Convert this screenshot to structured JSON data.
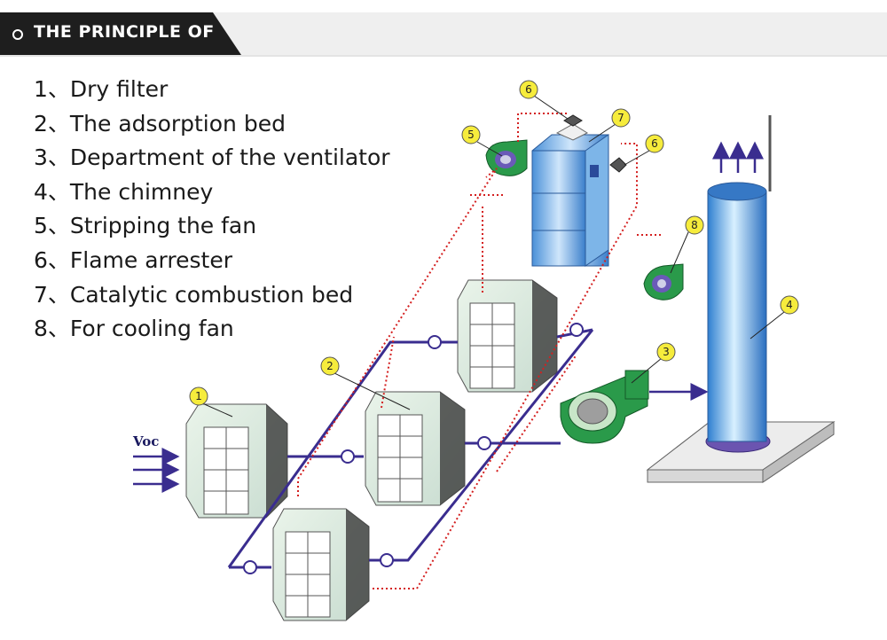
{
  "header": {
    "title": "THE PRINCIPLE OF"
  },
  "legend": [
    {
      "num": "1、",
      "label": "Dry filter"
    },
    {
      "num": "2、",
      "label": "The adsorption bed"
    },
    {
      "num": "3、",
      "label": "Department of the ventilator"
    },
    {
      "num": "4、",
      "label": "The chimney"
    },
    {
      "num": "5、",
      "label": "Stripping the fan"
    },
    {
      "num": "6、",
      "label": "Flame arrester"
    },
    {
      "num": "7、",
      "label": "Catalytic combustion bed"
    },
    {
      "num": "8、",
      "label": "For cooling fan"
    }
  ],
  "diagram": {
    "inlet_label": "Voc",
    "callouts": [
      "1",
      "2",
      "3",
      "4",
      "5",
      "6",
      "6",
      "7",
      "8"
    ]
  },
  "colors": {
    "header_dark": "#1e1e1e",
    "header_bar": "#efefef",
    "pipe": "#3a2d8f",
    "dashed_line": "#d42020",
    "callout_fill": "#f6ec3c",
    "fan_green": "#2a9a4a",
    "tower_blue": "#5aa8e6"
  }
}
